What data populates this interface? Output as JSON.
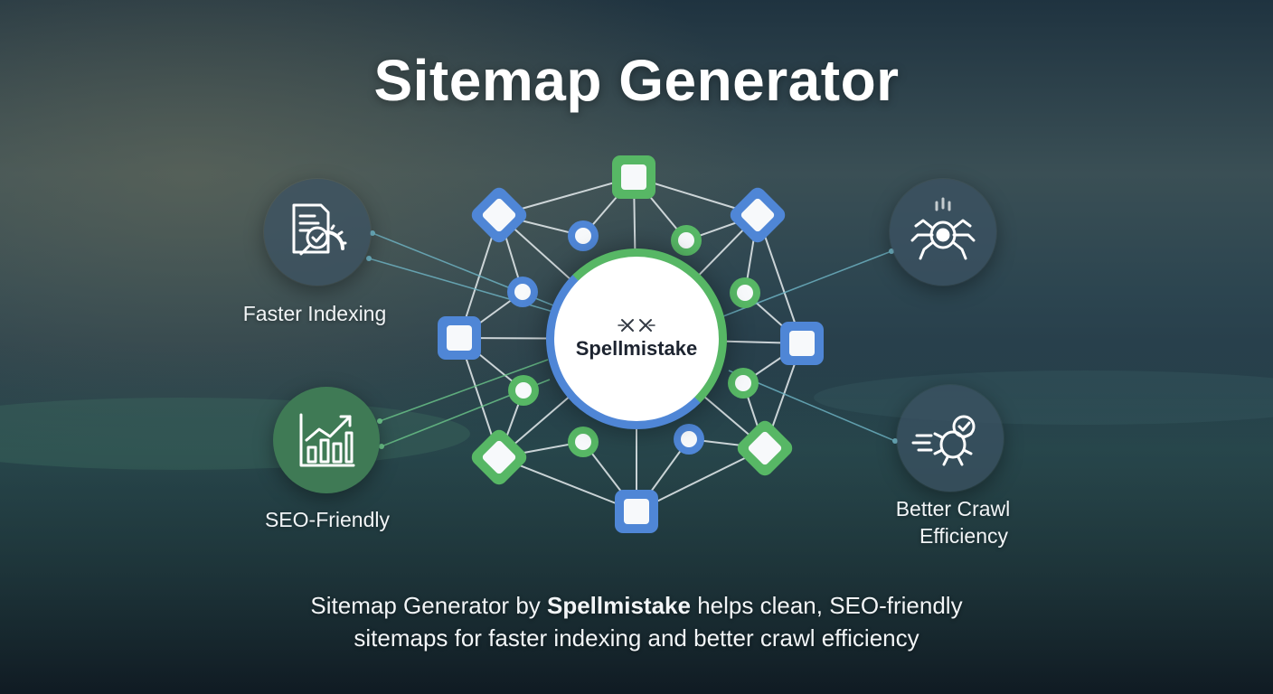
{
  "title": "Sitemap Generator",
  "hub": {
    "name": "Spellmistake",
    "logo_icon": "crossed-arrows-icon"
  },
  "features": [
    {
      "label": "Faster Indexing",
      "icon": "document-search-gauge-icon"
    },
    {
      "label": "SEO-Friendly",
      "icon": "bar-chart-up-icon"
    },
    {
      "label": "",
      "icon": "spider-bug-icon"
    },
    {
      "label": "Better Crawl Efficiency",
      "label_line1": "Better Crawl",
      "label_line2": "Efficiency",
      "icon": "fast-bug-check-icon"
    }
  ],
  "caption": {
    "pre": "Sitemap Generator by ",
    "brand": "Spellmistake",
    "post": " helps clean, SEO-friendly",
    "line2": "sitemaps for faster indexing and better crawl efficiency"
  },
  "colors": {
    "blue": "#4f86d6",
    "green": "#57b765",
    "background": "#22313b"
  }
}
